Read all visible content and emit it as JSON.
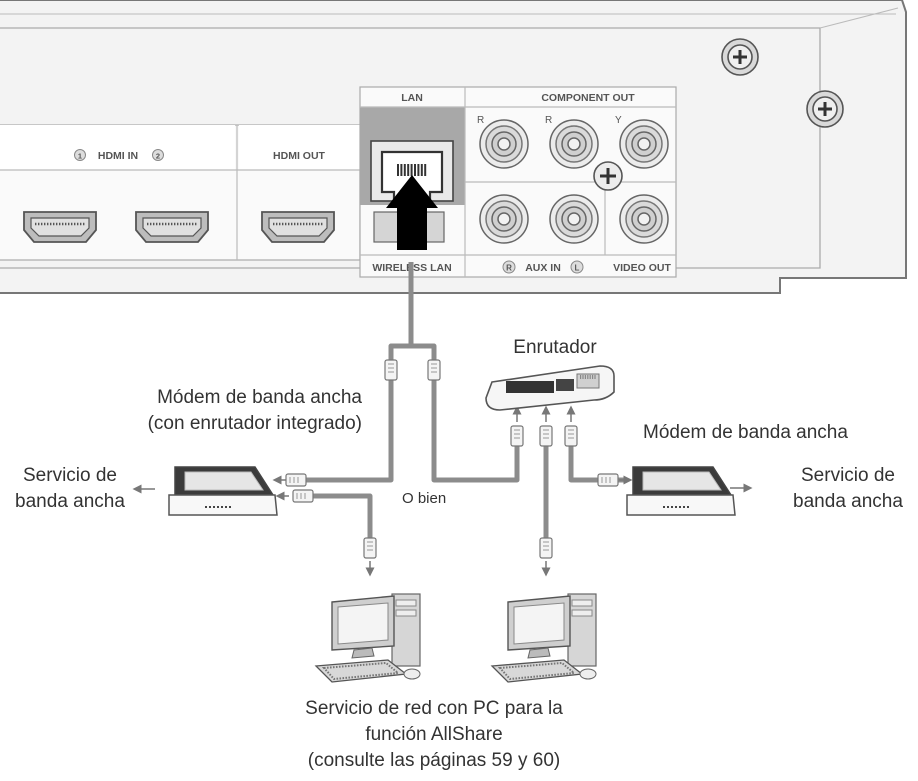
{
  "panel": {
    "hdmi_in": "HDMI IN",
    "hdmi_in_num1": "1",
    "hdmi_in_num2": "2",
    "hdmi_out": "HDMI OUT",
    "lan": "LAN",
    "wireless_lan": "WIRELESS LAN",
    "component_out": "COMPONENT OUT",
    "comp_r1": "R",
    "comp_r2": "R",
    "comp_y": "Y",
    "aux_in": "AUX IN",
    "aux_r": "R",
    "aux_l": "L",
    "video_out": "VIDEO OUT"
  },
  "labels": {
    "router": "Enrutador",
    "modem_router_line1": "Módem de banda ancha",
    "modem_router_line2": "(con enrutador integrado)",
    "modem_right": "Módem de banda ancha",
    "service_left_line1": "Servicio de",
    "service_left_line2": "banda ancha",
    "service_right_line1": "Servicio de",
    "service_right_line2": "banda ancha",
    "or": "O bien",
    "pc_line1": "Servicio de red con PC para la",
    "pc_line2": "función AllShare",
    "pc_line3": "(consulte las páginas 59 y 60)"
  },
  "colors": {
    "panel_fill": "#f3f3f3",
    "panel_stroke": "#777777",
    "cable": "#8c8c8c",
    "lan_highlight": "#a8a8a8"
  }
}
